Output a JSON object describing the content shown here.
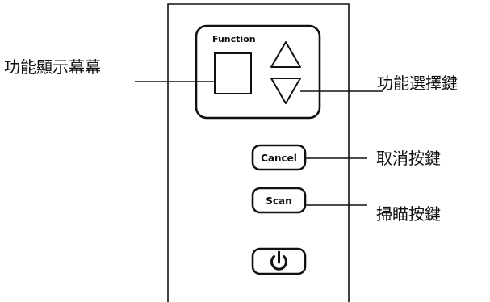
{
  "panel": {
    "function_label": "Function",
    "cancel_label": "Cancel",
    "scan_label": "Scan"
  },
  "callouts": {
    "display": "功能顯示幕幕",
    "select": "功能選擇鍵",
    "cancel": "取消按鍵",
    "scan": "掃瞄按鍵"
  },
  "icons": {
    "up": "up-arrow-icon",
    "down": "down-arrow-icon",
    "power": "power-icon"
  }
}
